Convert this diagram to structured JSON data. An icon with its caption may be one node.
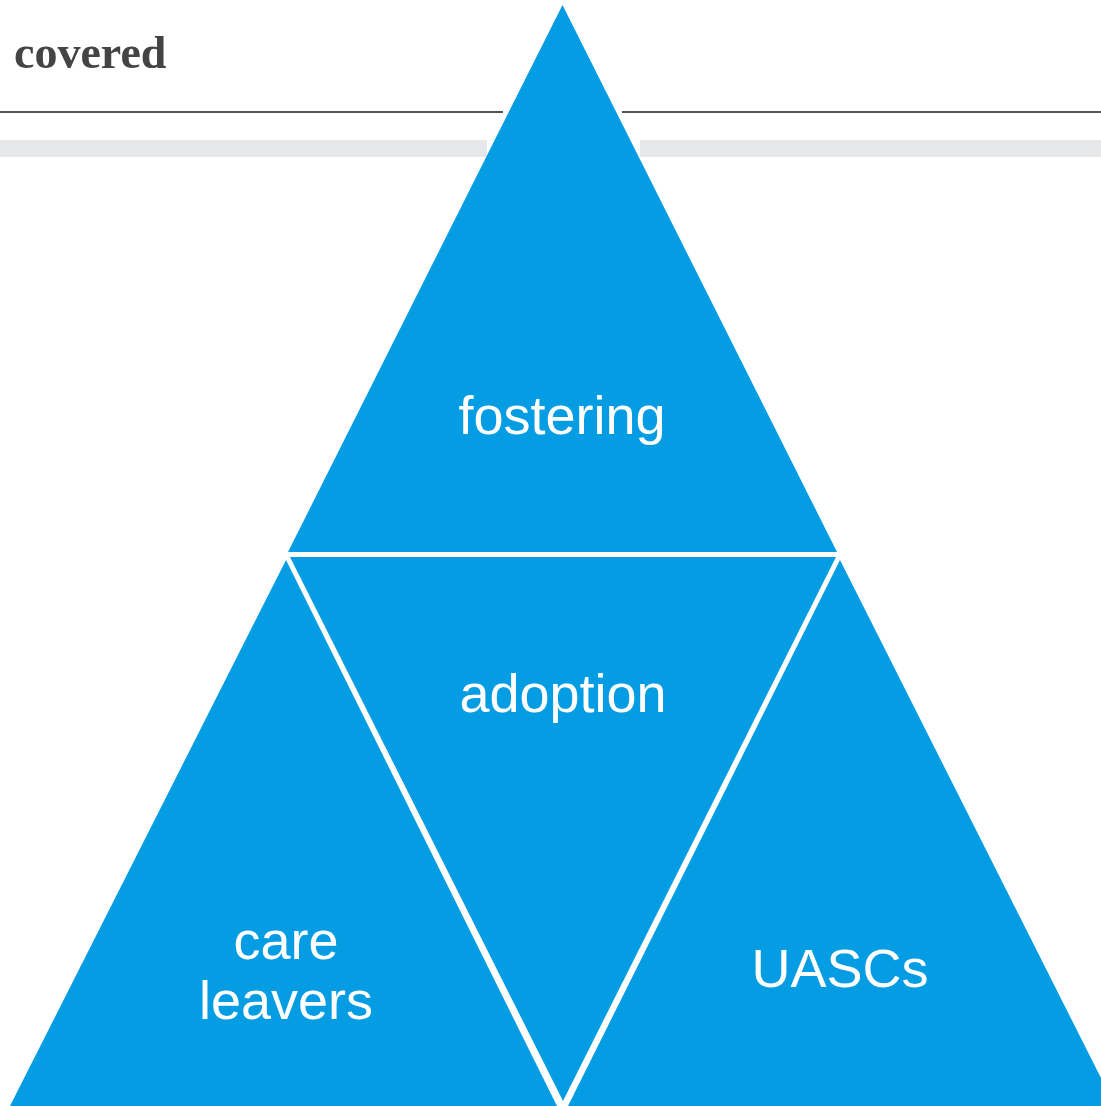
{
  "diagram": {
    "title": "covered",
    "nodes": [
      {
        "text": [
          "fostering"
        ]
      },
      {
        "text": [
          "adoption"
        ]
      },
      {
        "text": [
          "care leavers"
        ]
      },
      {
        "text": [
          "UASCs"
        ]
      }
    ]
  }
}
